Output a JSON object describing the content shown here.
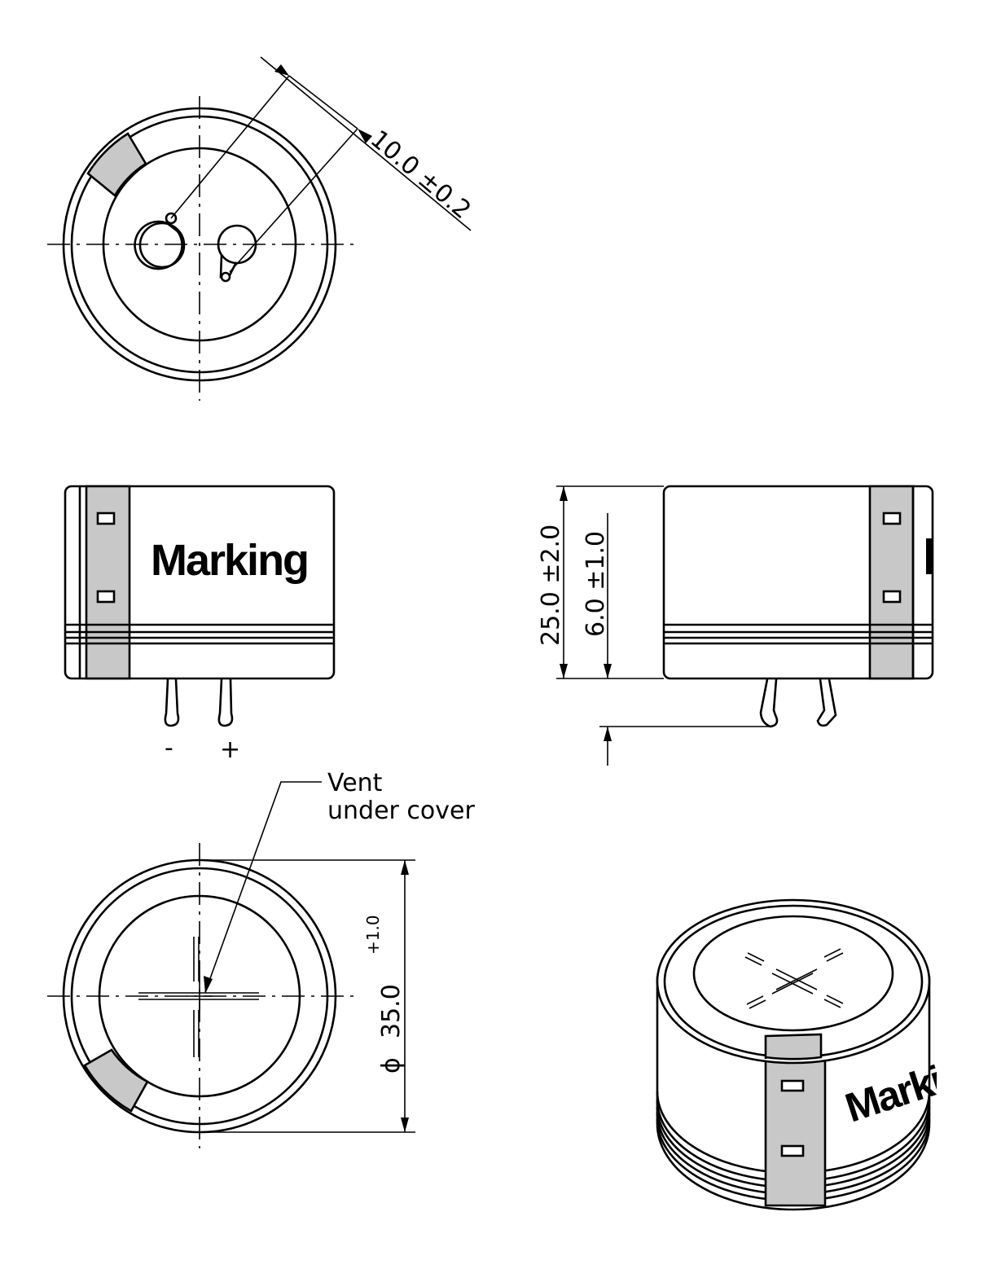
{
  "colors": {
    "line": "#000000",
    "band": "#c8c8c8",
    "background": "#ffffff"
  },
  "dimensions": {
    "lead_spacing": "10.0 ±0.2",
    "height": "25.0 ±2.0",
    "lead_length": "6.0 ±1.0",
    "diameter_symbol": "ϕ",
    "diameter": "35.0",
    "diameter_tolerance": "+1.0"
  },
  "labels": {
    "marking_front": "Marking",
    "marking_iso": "Marki",
    "lead_negative": "-",
    "lead_positive": "+",
    "vent_line1": "Vent",
    "vent_line2": "under cover"
  }
}
